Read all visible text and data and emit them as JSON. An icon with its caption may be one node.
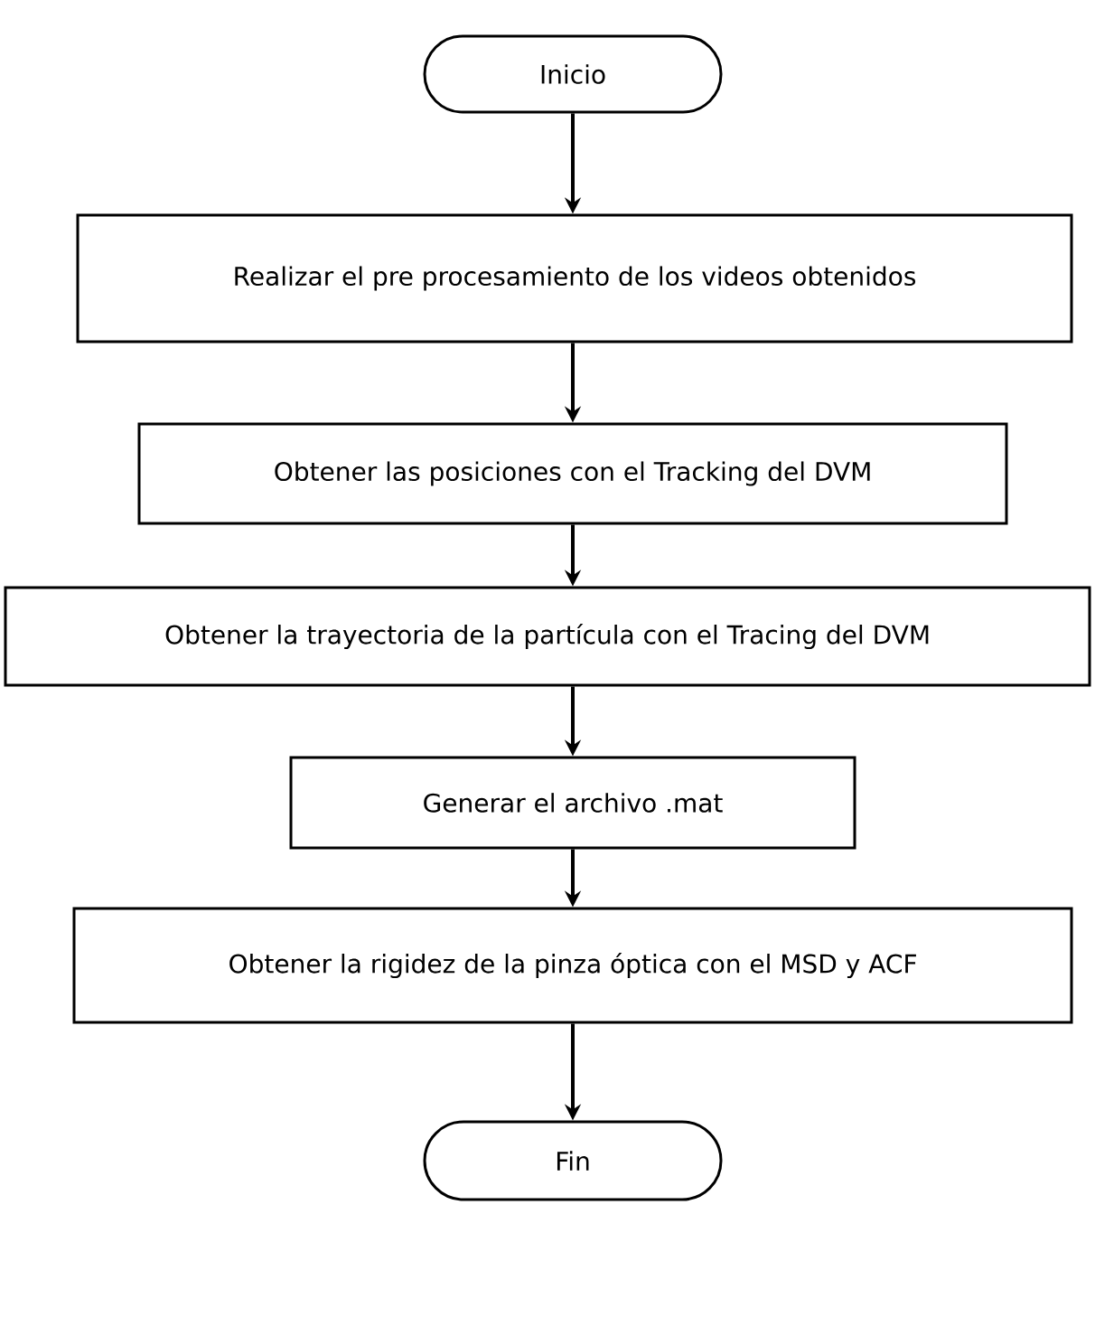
{
  "diagram": {
    "nodes": [
      {
        "text": [
          "Inicio"
        ]
      },
      {
        "text": [
          "Realizar el pre procesamiento de los videos obtenidos"
        ]
      },
      {
        "text": [
          "Obtener las posiciones con el Tracking del DVM"
        ]
      },
      {
        "text": [
          "Obtener la trayectoria de la partícula con el Tracing del DVM"
        ]
      },
      {
        "text": [
          "Generar el archivo .mat"
        ]
      },
      {
        "text": [
          "Obtener la rigidez de la pinza óptica con el MSD y ACF"
        ]
      },
      {
        "text": [
          "Fin"
        ]
      }
    ],
    "edges": [
      {
        "from": 0,
        "to": 1,
        "arrow": "to"
      },
      {
        "from": 1,
        "to": 2,
        "arrow": "to"
      },
      {
        "from": 2,
        "to": 3,
        "arrow": "to"
      },
      {
        "from": 3,
        "to": 4,
        "arrow": "to"
      },
      {
        "from": 4,
        "to": 5,
        "arrow": "to"
      },
      {
        "from": 5,
        "to": 6,
        "arrow": "to"
      }
    ]
  }
}
